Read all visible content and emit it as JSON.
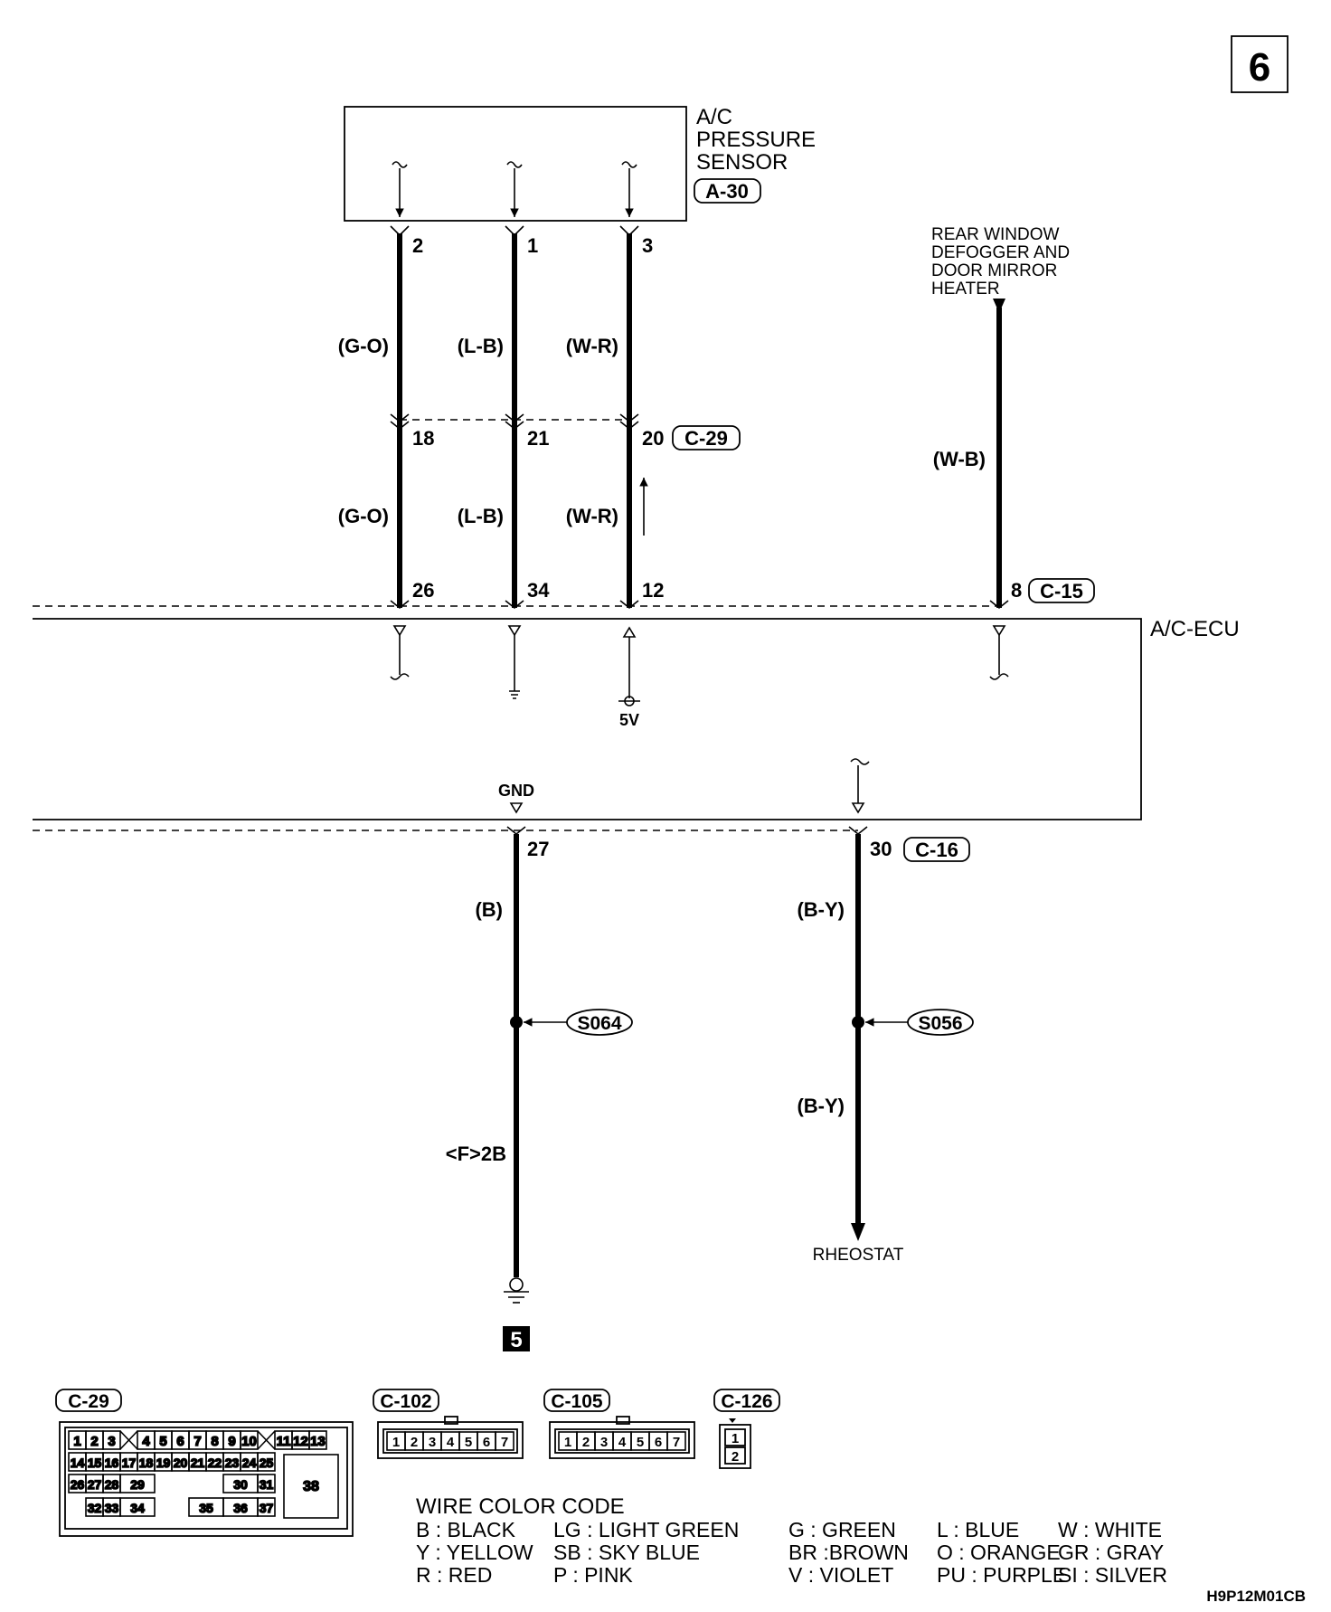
{
  "page_number": "6",
  "sensor": {
    "title_lines": [
      "A/C",
      "PRESSURE",
      "SENSOR"
    ],
    "connector": "A-30"
  },
  "ecu": {
    "label": "A/C-ECU",
    "reference_5v": "5V",
    "gnd": "GND"
  },
  "remote_source": {
    "label_lines": [
      "REAR WINDOW",
      "DEFOGGER AND",
      "DOOR MIRROR",
      "HEATER"
    ]
  },
  "sensor_pins": [
    "2",
    "1",
    "3"
  ],
  "wire_colors_upper": [
    "(G-O)",
    "(L-B)",
    "(W-R)"
  ],
  "c29": {
    "pins": [
      "18",
      "21",
      "20"
    ],
    "connector": "C-29"
  },
  "wire_colors_lower": [
    "(G-O)",
    "(L-B)",
    "(W-R)"
  ],
  "ecu_pins_top": [
    "26",
    "34",
    "12"
  ],
  "c15": {
    "pin": "8",
    "connector": "C-15",
    "wire": "(W-B)"
  },
  "c16": {
    "pin": "30",
    "connector": "C-16"
  },
  "gnd_line": {
    "pin": "27",
    "wire": "(B)",
    "splice": "S064",
    "ref": "<F>2B",
    "ground_number": "5"
  },
  "rheostat_line": {
    "wire_upper": "(B-Y)",
    "splice": "S056",
    "wire_lower": "(B-Y)",
    "label": "RHEOSTAT"
  },
  "connectors": {
    "c29": {
      "label": "C-29",
      "row1": [
        "1",
        "2",
        "3",
        "4",
        "5",
        "6",
        "7",
        "8",
        "9",
        "10",
        "11",
        "12",
        "13"
      ],
      "row2": [
        "14",
        "15",
        "16",
        "17",
        "18",
        "19",
        "20",
        "21",
        "22",
        "23",
        "24",
        "25"
      ],
      "row3": [
        "26",
        "27",
        "28",
        "29",
        "30",
        "31"
      ],
      "row4": [
        "32",
        "33",
        "34",
        "35",
        "36",
        "37"
      ],
      "big": "38"
    },
    "c102": {
      "label": "C-102",
      "pins": [
        "1",
        "2",
        "3",
        "4",
        "5",
        "6",
        "7"
      ]
    },
    "c105": {
      "label": "C-105",
      "pins": [
        "1",
        "2",
        "3",
        "4",
        "5",
        "6",
        "7"
      ]
    },
    "c126": {
      "label": "C-126",
      "pins": [
        "1",
        "2"
      ]
    }
  },
  "legend": {
    "title": "WIRE COLOR CODE",
    "rows": [
      [
        "B : BLACK",
        "LG : LIGHT GREEN",
        "G : GREEN",
        "L : BLUE",
        "W : WHITE"
      ],
      [
        "Y : YELLOW",
        "SB : SKY BLUE",
        "BR :BROWN",
        "O : ORANGE",
        "GR : GRAY"
      ],
      [
        "R : RED",
        "P : PINK",
        "V : VIOLET",
        "PU : PURPLE",
        "SI : SILVER"
      ]
    ]
  },
  "figure_code": "H9P12M01CB"
}
